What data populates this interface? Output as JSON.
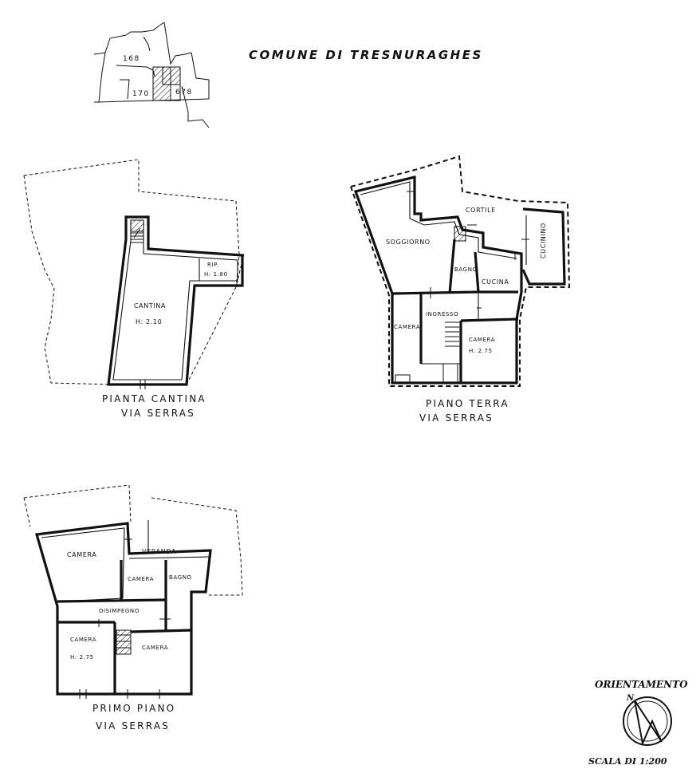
{
  "header": {
    "title": "COMUNE DI TRESNURAGHES"
  },
  "cadastral": {
    "parcels": [
      "168",
      "170",
      "678"
    ]
  },
  "plans": {
    "cantina": {
      "caption_line1": "PIANTA CANTINA",
      "caption_line2": "VIA SERRAS",
      "rooms": {
        "cantina": "CANTINA",
        "cantina_h": "H: 2.10",
        "rip": "RIP.",
        "rip_h": "H: 1.80"
      }
    },
    "piano_terra": {
      "caption_line1": "PIANO TERRA",
      "caption_line2": "VIA SERRAS",
      "rooms": {
        "soggiorno": "SOGGIORNO",
        "cortile": "CORTILE",
        "cucinino": "CUCININO",
        "bagno": "BAGNO",
        "cucina": "CUCINA",
        "camera_left": "CAMERA",
        "ingresso": "INGRESSO",
        "camera_right": "CAMERA",
        "camera_right_h": "H: 2.75"
      }
    },
    "primo_piano": {
      "caption_line1": "PRIMO PIANO",
      "caption_line2": "VIA SERRAS",
      "rooms": {
        "camera_top": "CAMERA",
        "veranda": "VERANDA",
        "camera_mid": "CAMERA",
        "bagno": "BAGNO",
        "disimpegno": "DISIMPEGNO",
        "camera_left": "CAMERA",
        "camera_left_h": "H: 2.75",
        "camera_right": "CAMERA"
      }
    }
  },
  "orientation": {
    "label": "ORIENTAMENTO",
    "north": "N",
    "scale": "SCALA DI 1:200"
  }
}
